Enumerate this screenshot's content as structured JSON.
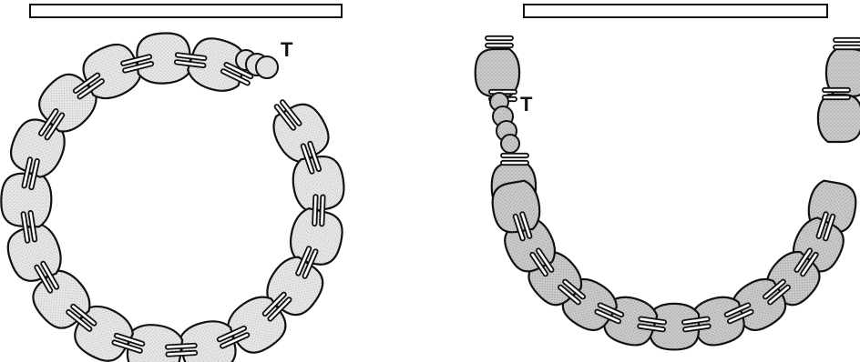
{
  "figure": {
    "left_panel": {
      "name": "circular-necklace",
      "terminal_label": "T",
      "bead_fill": "#e3e3e3"
    },
    "right_panel": {
      "name": "hanging-necklace",
      "terminal_label": "T",
      "bead_fill": "#c8c8c8"
    },
    "outline_color": "#111111"
  }
}
